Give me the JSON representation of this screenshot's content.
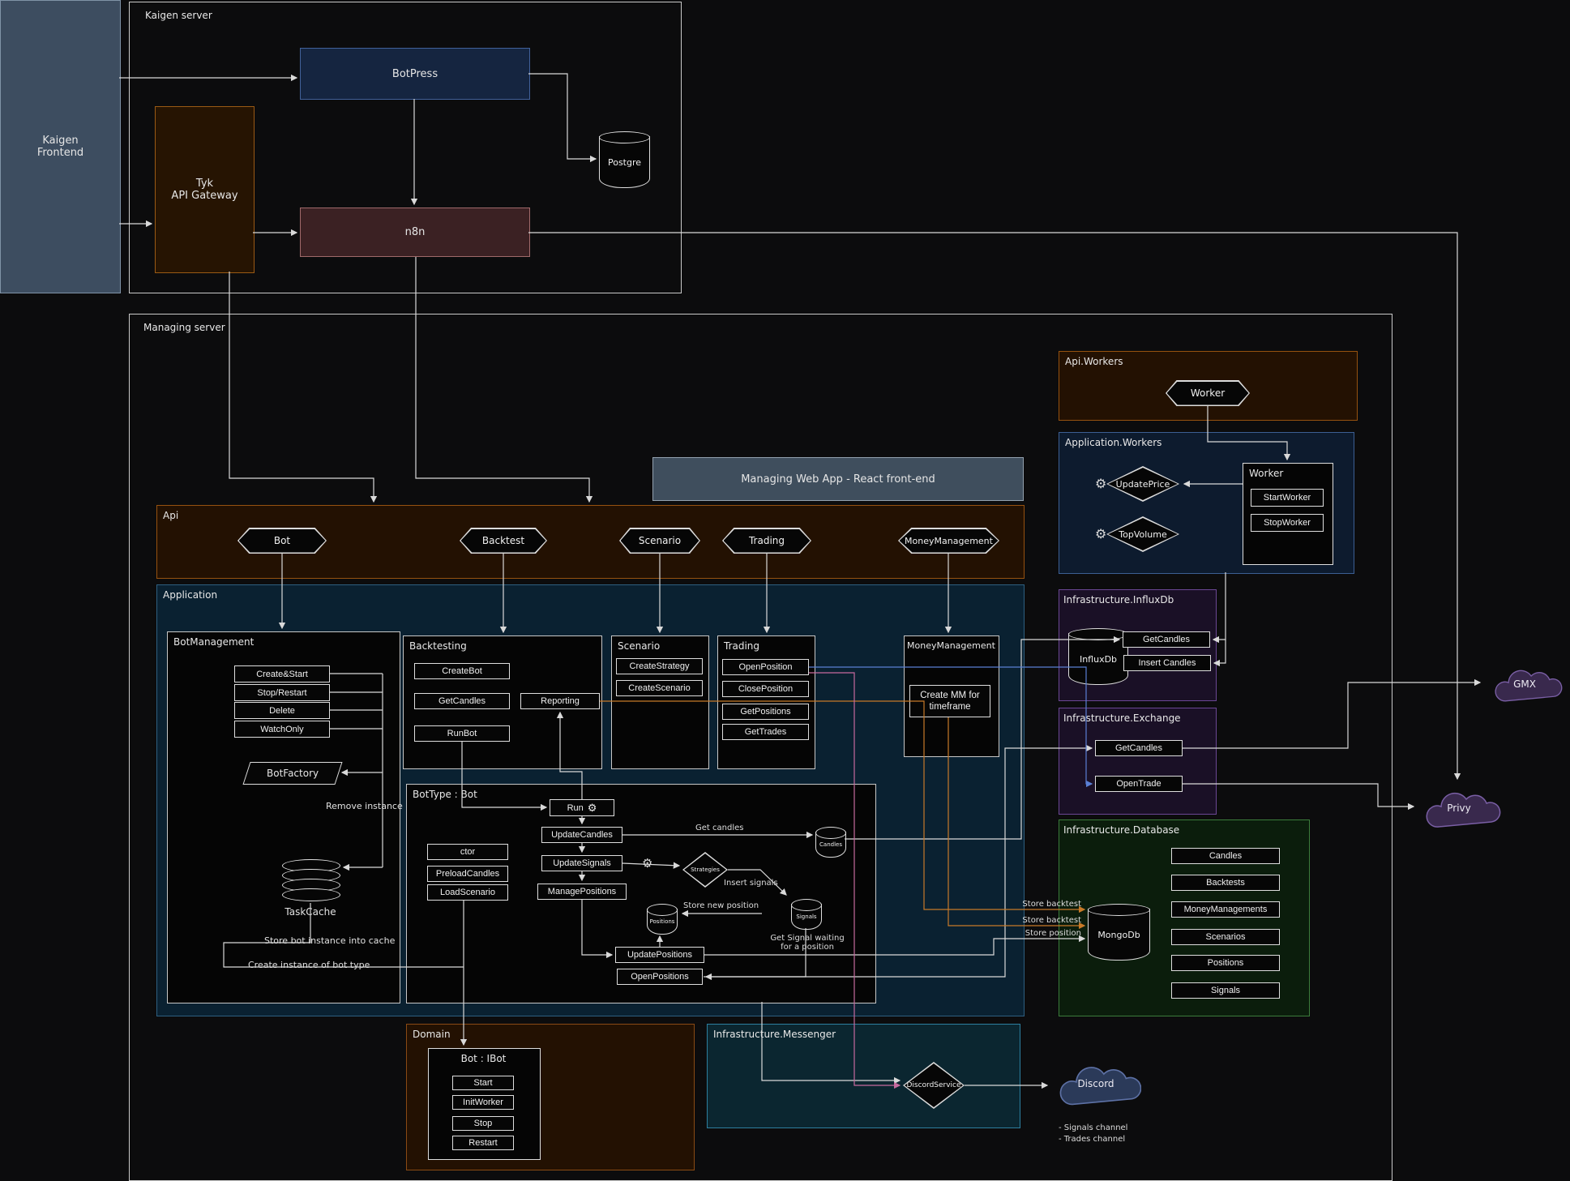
{
  "icons": {
    "gear": "⚙"
  },
  "frontend": {
    "label": "Kaigen\nFrontend"
  },
  "kaigen_server": {
    "label": "Kaigen server",
    "botpress": "BotPress",
    "tyk": "Tyk\nAPI Gateway",
    "n8n": "n8n",
    "postgre": "Postgre"
  },
  "managing": {
    "label": "Managing server",
    "api_workers": {
      "label": "Api.Workers",
      "worker": "Worker"
    },
    "app_workers": {
      "label": "Application.Workers",
      "update_price": "UpdatePrice",
      "top_volume": "TopVolume",
      "worker_label": "Worker",
      "start_worker": "StartWorker",
      "stop_worker": "StopWorker"
    },
    "web_app": "Managing Web App - React front-end",
    "api": {
      "label": "Api",
      "endpoints": [
        "Bot",
        "Backtest",
        "Scenario",
        "Trading",
        "MoneyManagement"
      ]
    },
    "application": {
      "label": "Application",
      "bot_management": {
        "label": "BotManagement",
        "buttons": [
          "Create&Start",
          "Stop/Restart",
          "Delete",
          "WatchOnly"
        ],
        "factory": "BotFactory",
        "cache": "TaskCache",
        "note_remove": "Remove instance",
        "note_store": "Store bot instance into cache",
        "note_create": "Create instance of bot type"
      },
      "backtesting": {
        "label": "Backtesting",
        "buttons": [
          "CreateBot",
          "GetCandles",
          "RunBot"
        ],
        "reporting": "Reporting"
      },
      "scenario": {
        "label": "Scenario",
        "buttons": [
          "CreateStrategy",
          "CreateScenario"
        ]
      },
      "trading": {
        "label": "Trading",
        "buttons": [
          "OpenPosition",
          "ClosePosition",
          "GetPositions",
          "GetTrades"
        ]
      },
      "money": {
        "label": "MoneyManagement",
        "button": "Create MM for timeframe"
      },
      "bot_type": {
        "label": "BotType : Bot",
        "run": "Run",
        "update_candles": "UpdateCandles",
        "update_signals": "UpdateSignals",
        "manage_positions": "ManagePositions",
        "ctor": "ctor",
        "preload": "PreloadCandles",
        "load_scenario": "LoadScenario",
        "update_positions": "UpdatePositions",
        "open_positions": "OpenPositions",
        "candles": "Candles",
        "strategies": "Strategies",
        "signals": "Signals",
        "positions": "Positions",
        "note_get_candles": "Get candles",
        "note_insert_signals": "Insert signals",
        "note_store_position": "Store new position",
        "note_get_signal": "Get Signal waiting\nfor a position"
      }
    },
    "influx": {
      "label": "Infrastructure.InfluxDb",
      "db": "InfluxDb",
      "get_candles": "GetCandles",
      "insert_candles": "Insert Candles"
    },
    "exchange": {
      "label": "Infrastructure.Exchange",
      "get_candles": "GetCandles",
      "open_trade": "OpenTrade"
    },
    "database": {
      "label": "Infrastructure.Database",
      "db": "MongoDb",
      "collections": [
        "Candles",
        "Backtests",
        "MoneyManagements",
        "Scenarios",
        "Positions",
        "Signals"
      ],
      "notes": [
        "Store backtest",
        "Store backtest",
        "Store position"
      ]
    },
    "domain": {
      "label": "Domain",
      "bot_label": "Bot : IBot",
      "buttons": [
        "Start",
        "InitWorker",
        "Stop",
        "Restart"
      ]
    },
    "messenger": {
      "label": "Infrastructure.Messenger",
      "service": "DiscordService"
    }
  },
  "external": {
    "gmx": "GMX",
    "privy": "Privy",
    "discord": "Discord",
    "discord_note1": "- Signals channel",
    "discord_note2": "- Trades channel"
  }
}
